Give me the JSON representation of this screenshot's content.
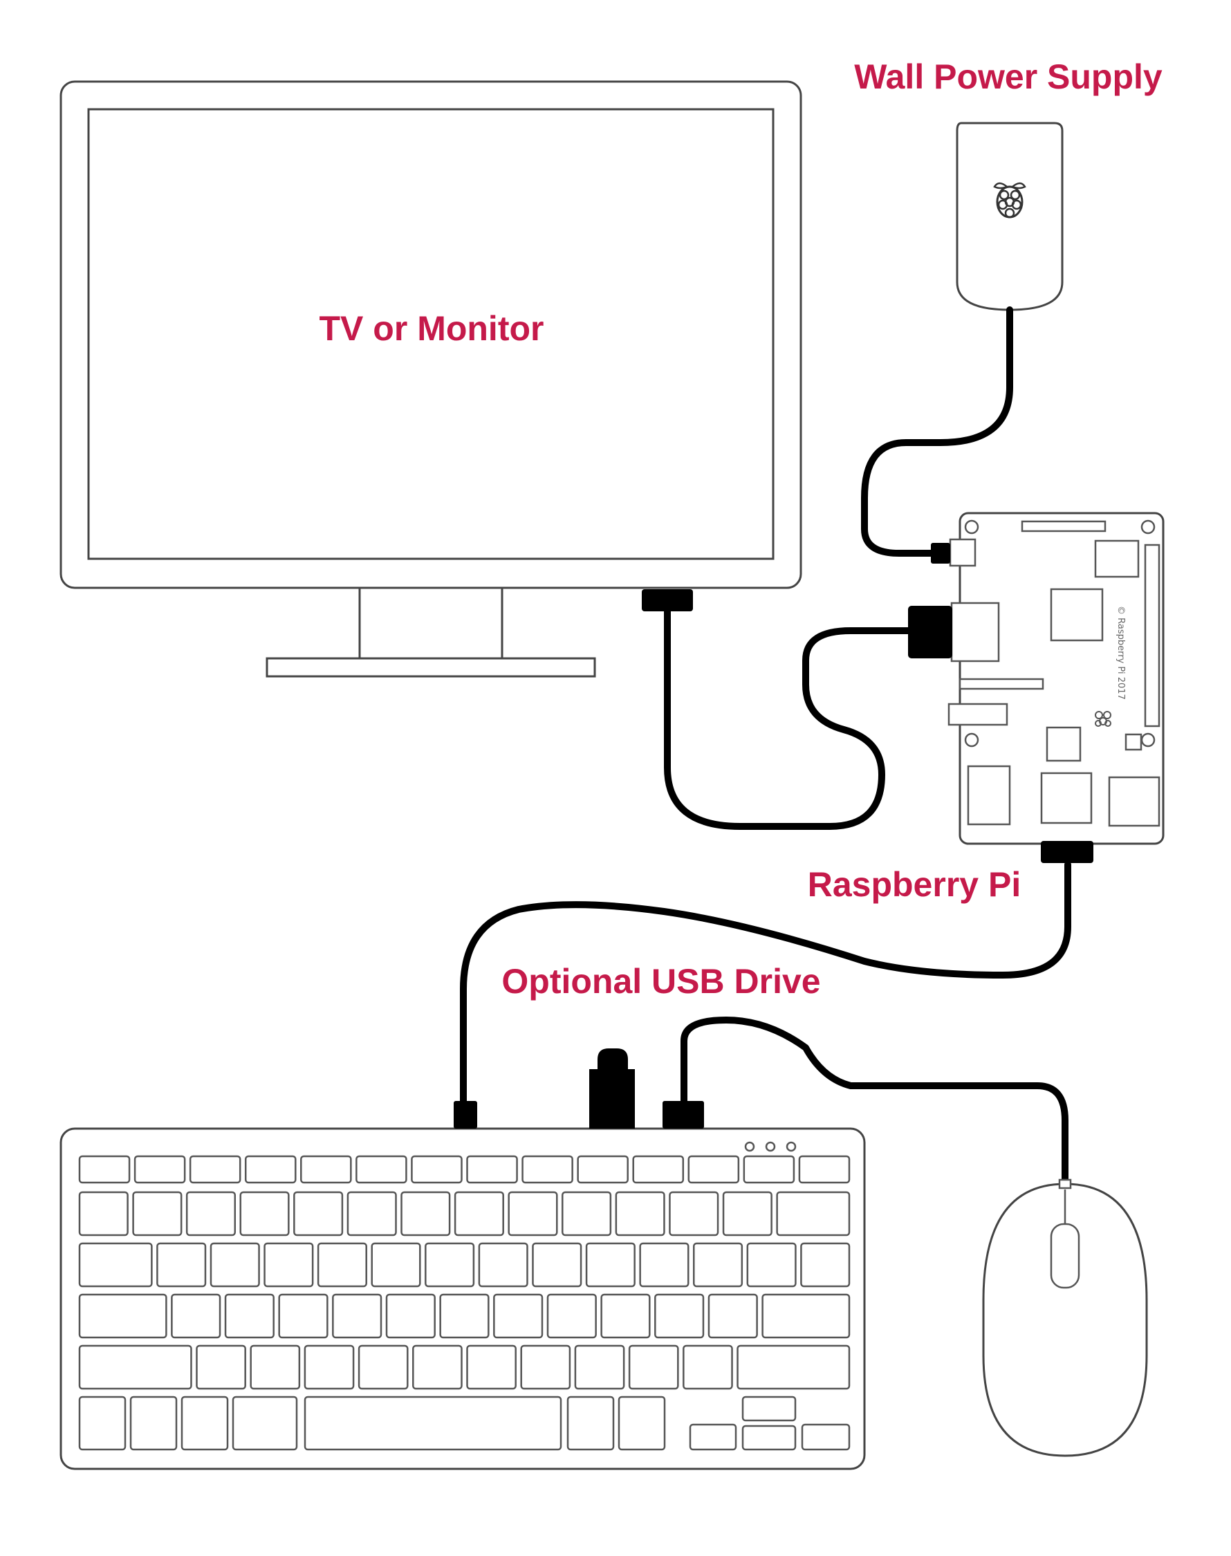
{
  "labels": {
    "monitor": "TV or Monitor",
    "power_supply": "Wall Power Supply",
    "raspberry_pi": "Raspberry Pi",
    "usb_drive": "Optional USB Drive"
  },
  "board_print": "© Raspberry Pi 2017",
  "colors": {
    "label": "#c51a4a",
    "outline": "#444444",
    "cable": "#000000",
    "background": "#ffffff"
  },
  "icons": {
    "power_supply_logo": "raspberry-pi-logo",
    "board_logo": "raspberry-pi-logo"
  }
}
